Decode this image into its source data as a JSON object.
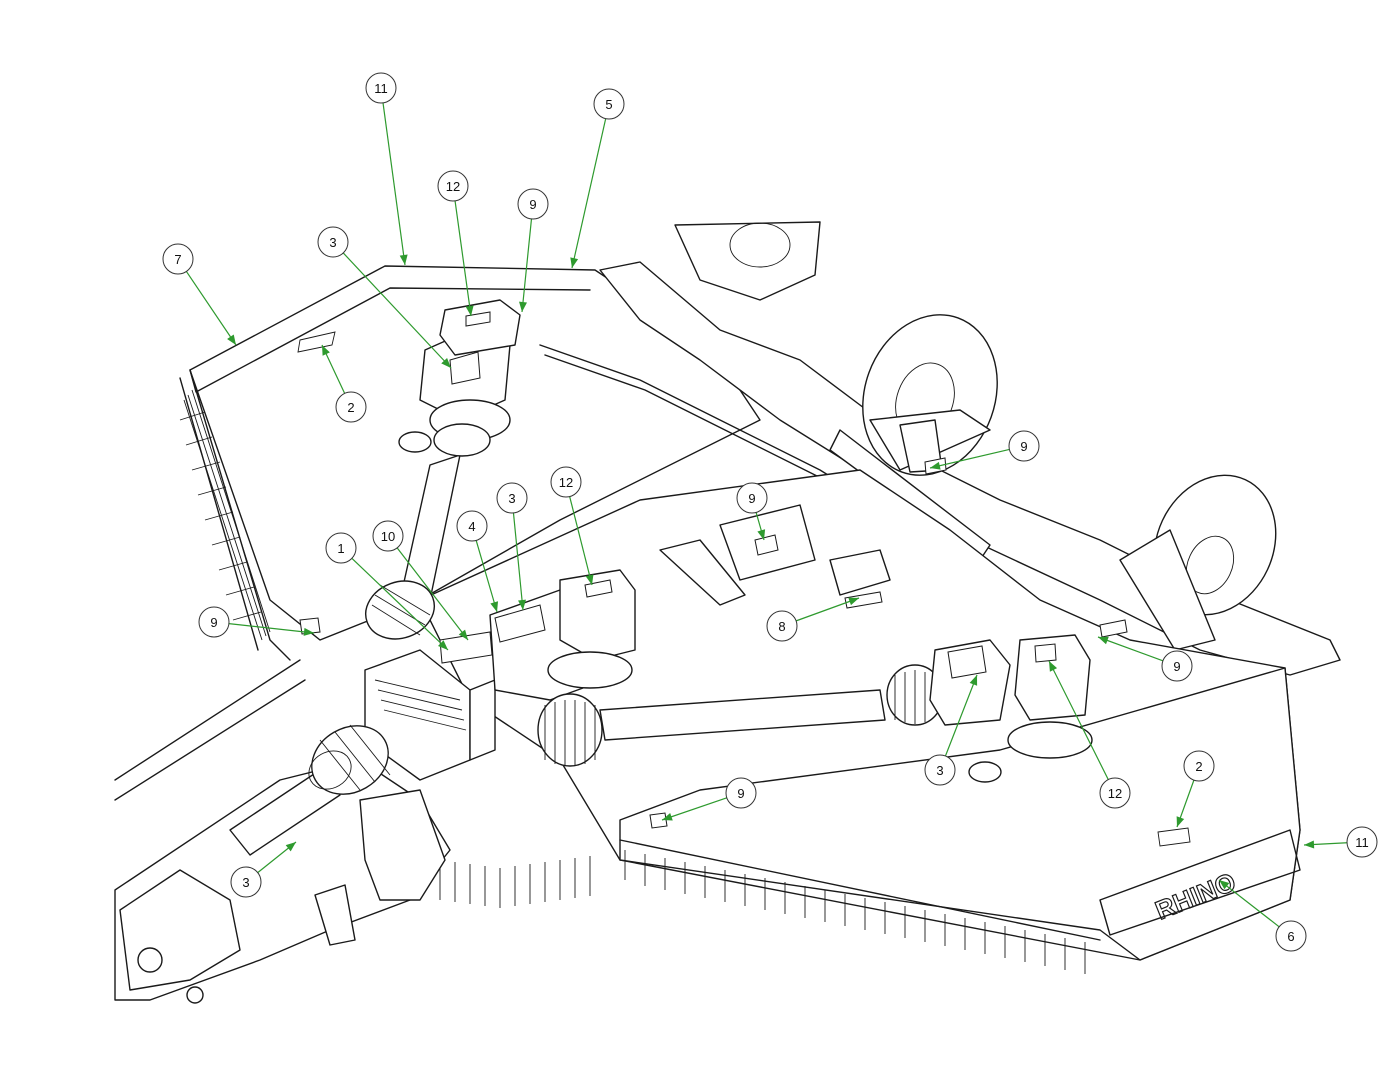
{
  "brand": {
    "logo_text": "RHINO"
  },
  "colors": {
    "leader": "#2e9a2e",
    "line": "#1a1a1a",
    "background": "#ffffff"
  },
  "callouts": [
    {
      "label": "11"
    },
    {
      "label": "5"
    },
    {
      "label": "12"
    },
    {
      "label": "9"
    },
    {
      "label": "3"
    },
    {
      "label": "7"
    },
    {
      "label": "2"
    },
    {
      "label": "9"
    },
    {
      "label": "9"
    },
    {
      "label": "3"
    },
    {
      "label": "12"
    },
    {
      "label": "10"
    },
    {
      "label": "1"
    },
    {
      "label": "4"
    },
    {
      "label": "9"
    },
    {
      "label": "8"
    },
    {
      "label": "9"
    },
    {
      "label": "3"
    },
    {
      "label": "12"
    },
    {
      "label": "2"
    },
    {
      "label": "9"
    },
    {
      "label": "11"
    },
    {
      "label": "3"
    },
    {
      "label": "6"
    }
  ]
}
